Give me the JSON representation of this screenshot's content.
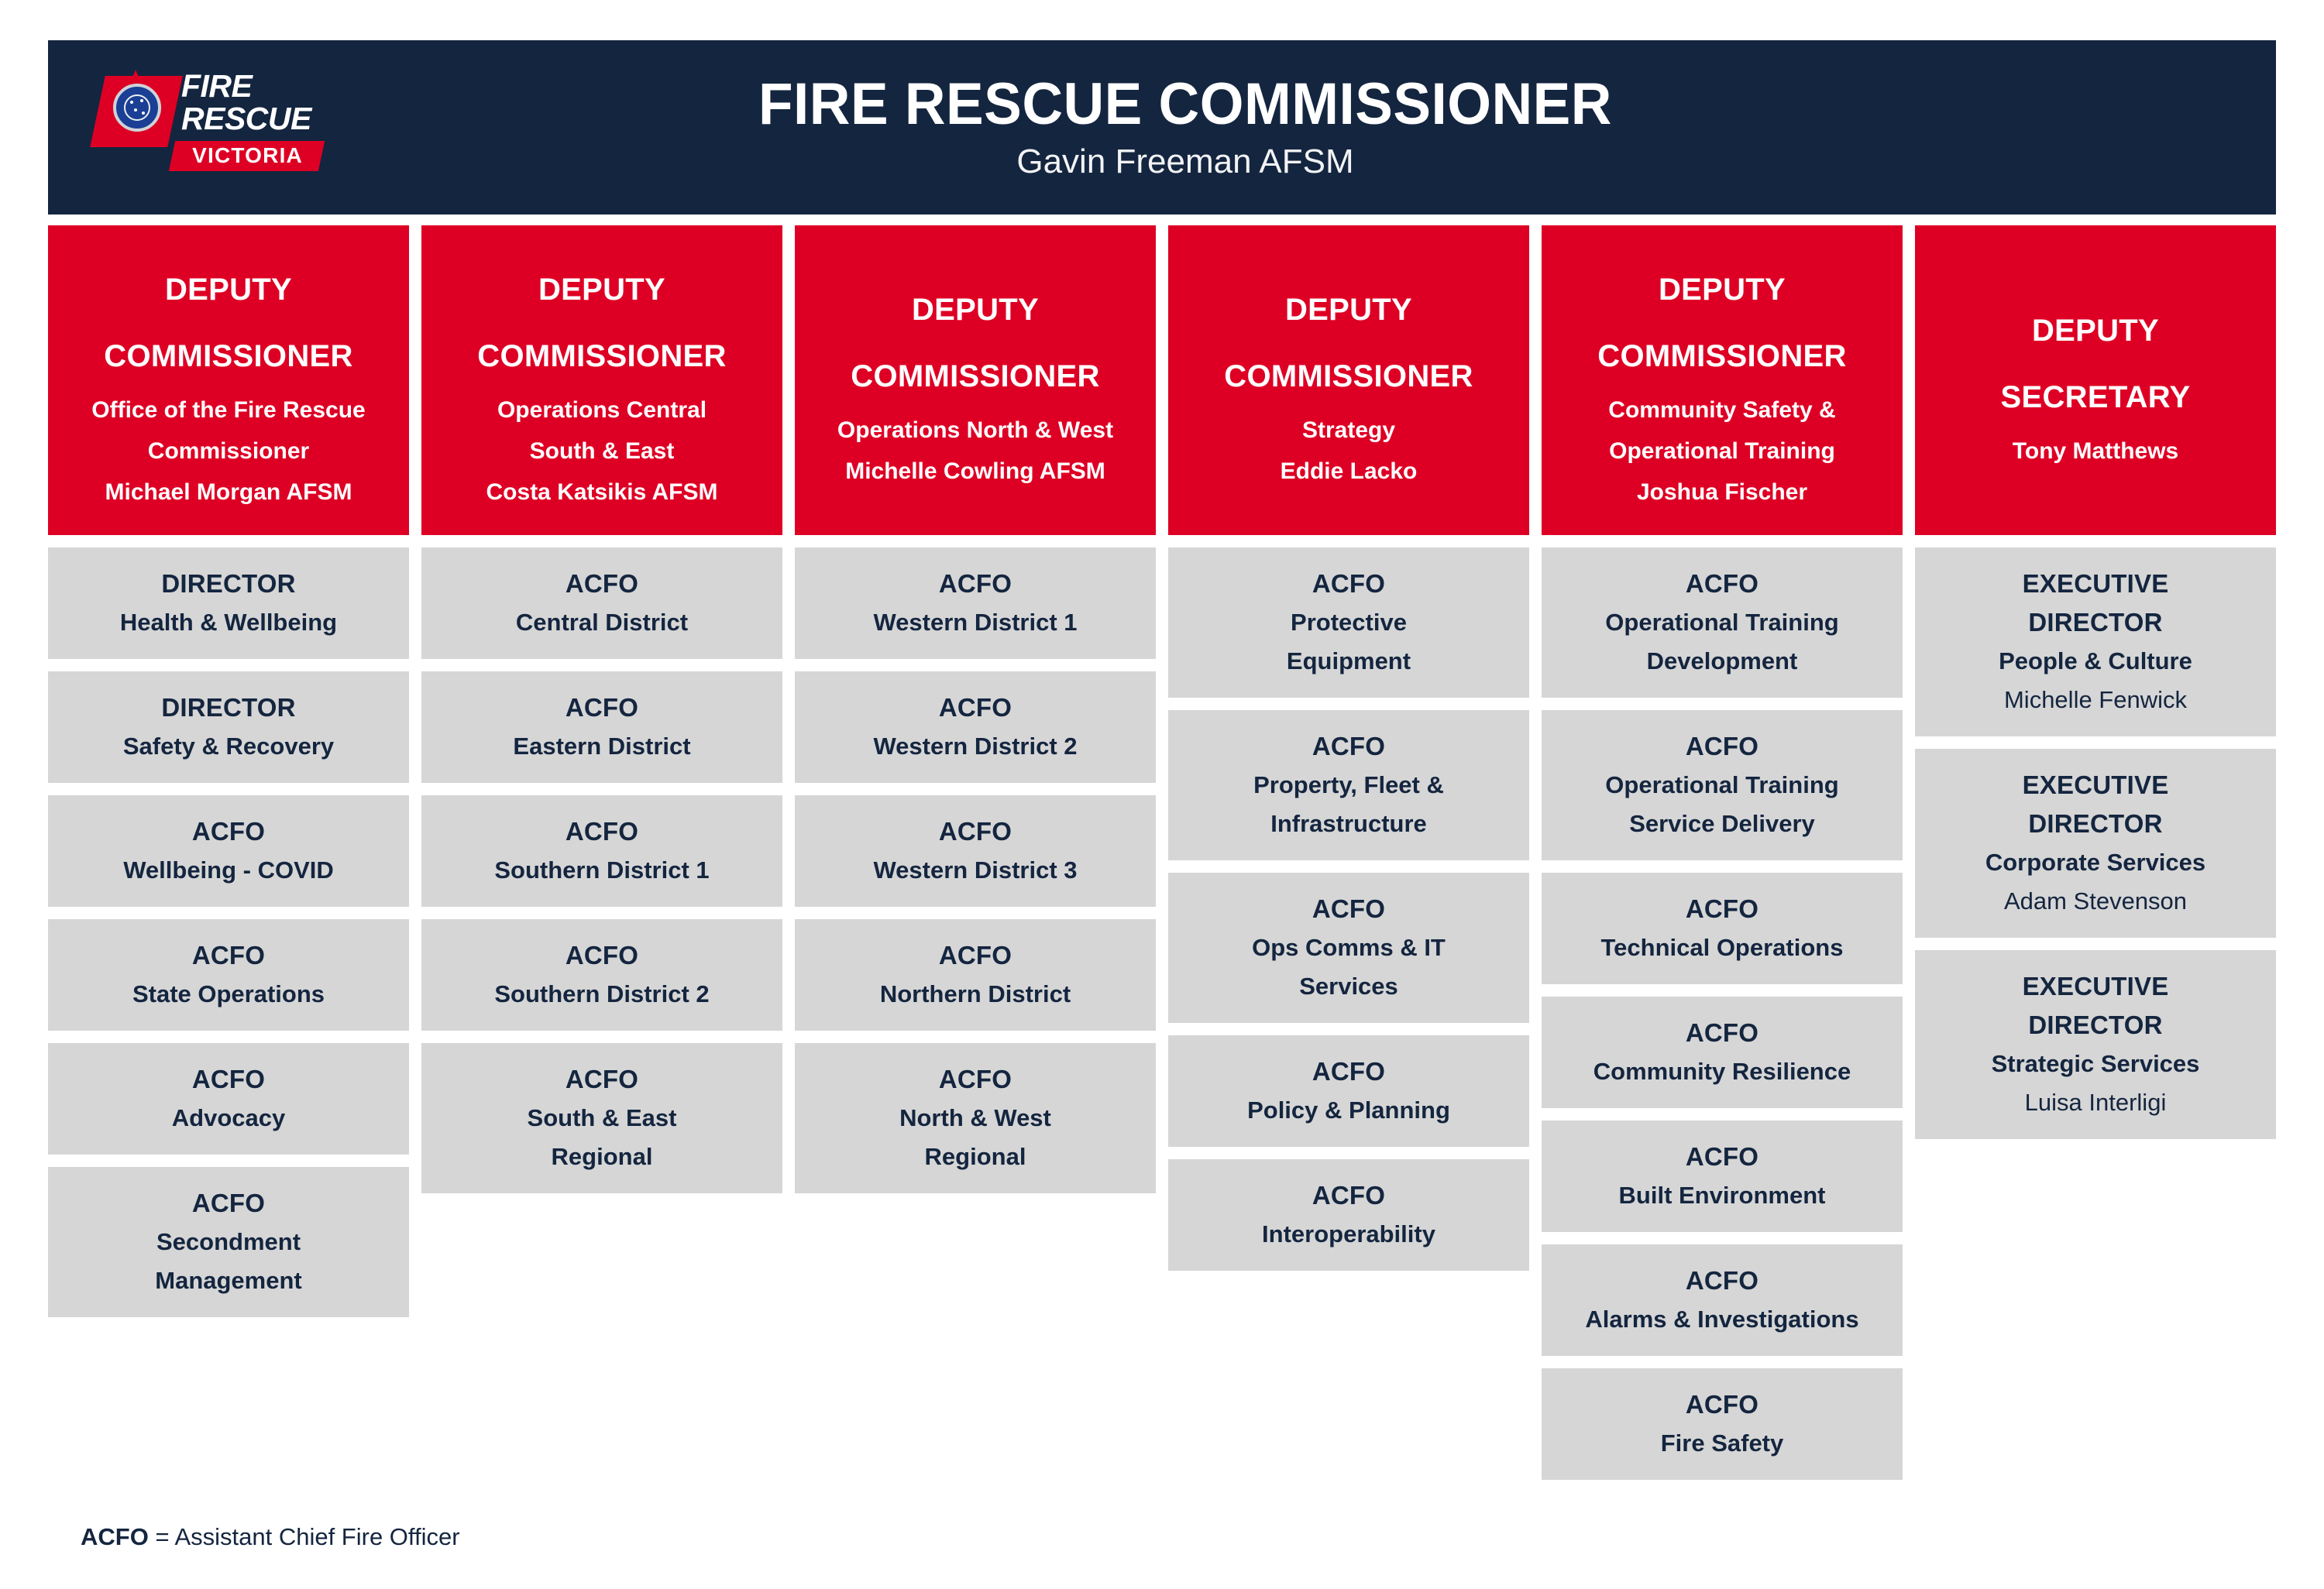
{
  "brand": {
    "logo_line1": "FIRE",
    "logo_line2": "RESCUE",
    "logo_banner": "VICTORIA",
    "navy": "#14253F",
    "red": "#DE0024",
    "grey": "#D6D6D6"
  },
  "header": {
    "title": "FIRE RESCUE COMMISSIONER",
    "subtitle": "Gavin Freeman AFSM"
  },
  "footer": {
    "abbrev": "ACFO",
    "legend": " = Assistant Chief Fire Officer"
  },
  "columns": [
    {
      "head": {
        "role1": "DEPUTY",
        "role2": "COMMISSIONER",
        "sub1": "Office of the Fire Rescue",
        "sub2": "Commissioner",
        "sub3": "Michael Morgan AFSM"
      },
      "nodes": [
        {
          "role": "DIRECTOR",
          "desc": "Health & Wellbeing"
        },
        {
          "role": "DIRECTOR",
          "desc": "Safety & Recovery"
        },
        {
          "role": "ACFO",
          "desc": "Wellbeing - COVID"
        },
        {
          "role": "ACFO",
          "desc": "State Operations"
        },
        {
          "role": "ACFO",
          "desc": "Advocacy"
        },
        {
          "role": "ACFO",
          "desc": "Secondment",
          "desc2": "Management"
        }
      ]
    },
    {
      "head": {
        "role1": "DEPUTY",
        "role2": "COMMISSIONER",
        "sub1": "Operations Central",
        "sub2": "South & East",
        "sub3": "Costa Katsikis AFSM"
      },
      "nodes": [
        {
          "role": "ACFO",
          "desc": "Central District"
        },
        {
          "role": "ACFO",
          "desc": "Eastern District"
        },
        {
          "role": "ACFO",
          "desc": "Southern District 1"
        },
        {
          "role": "ACFO",
          "desc": "Southern District 2"
        },
        {
          "role": "ACFO",
          "desc": "South & East",
          "desc2": "Regional"
        }
      ]
    },
    {
      "head": {
        "role1": "DEPUTY",
        "role2": "COMMISSIONER",
        "sub1": "Operations North & West",
        "sub2": "Michelle Cowling AFSM",
        "sub3": ""
      },
      "nodes": [
        {
          "role": "ACFO",
          "desc": "Western District 1"
        },
        {
          "role": "ACFO",
          "desc": "Western District 2"
        },
        {
          "role": "ACFO",
          "desc": "Western District 3"
        },
        {
          "role": "ACFO",
          "desc": "Northern District"
        },
        {
          "role": "ACFO",
          "desc": "North & West",
          "desc2": "Regional"
        }
      ]
    },
    {
      "head": {
        "role1": "DEPUTY",
        "role2": "COMMISSIONER",
        "sub1": "Strategy",
        "sub2": "Eddie Lacko",
        "sub3": ""
      },
      "nodes": [
        {
          "role": "ACFO",
          "desc": "Protective",
          "desc2": "Equipment"
        },
        {
          "role": "ACFO",
          "desc": "Property, Fleet &",
          "desc2": "Infrastructure"
        },
        {
          "role": "ACFO",
          "desc": "Ops Comms & IT",
          "desc2": "Services"
        },
        {
          "role": "ACFO",
          "desc": "Policy & Planning"
        },
        {
          "role": "ACFO",
          "desc": "Interoperability"
        }
      ]
    },
    {
      "head": {
        "role1": "DEPUTY",
        "role2": "COMMISSIONER",
        "sub1": "Community Safety &",
        "sub2": "Operational Training",
        "sub3": "Joshua Fischer"
      },
      "nodes": [
        {
          "role": "ACFO",
          "desc": "Operational Training",
          "desc2": "Development"
        },
        {
          "role": "ACFO",
          "desc": "Operational Training",
          "desc2": "Service Delivery"
        },
        {
          "role": "ACFO",
          "desc": "Technical Operations"
        },
        {
          "role": "ACFO",
          "desc": "Community Resilience"
        },
        {
          "role": "ACFO",
          "desc": "Built Environment"
        },
        {
          "role": "ACFO",
          "desc": "Alarms & Investigations"
        },
        {
          "role": "ACFO",
          "desc": "Fire Safety"
        }
      ]
    },
    {
      "head": {
        "role1": "DEPUTY",
        "role2": "SECRETARY",
        "sub1": "Tony Matthews",
        "sub2": "",
        "sub3": ""
      },
      "nodes": [
        {
          "role": "EXECUTIVE",
          "role2": "DIRECTOR",
          "desc": "People & Culture",
          "name": "Michelle Fenwick"
        },
        {
          "role": "EXECUTIVE",
          "role2": "DIRECTOR",
          "desc": "Corporate Services",
          "name": "Adam Stevenson"
        },
        {
          "role": "EXECUTIVE",
          "role2": "DIRECTOR",
          "desc": "Strategic Services",
          "name": "Luisa Interligi"
        }
      ]
    }
  ]
}
